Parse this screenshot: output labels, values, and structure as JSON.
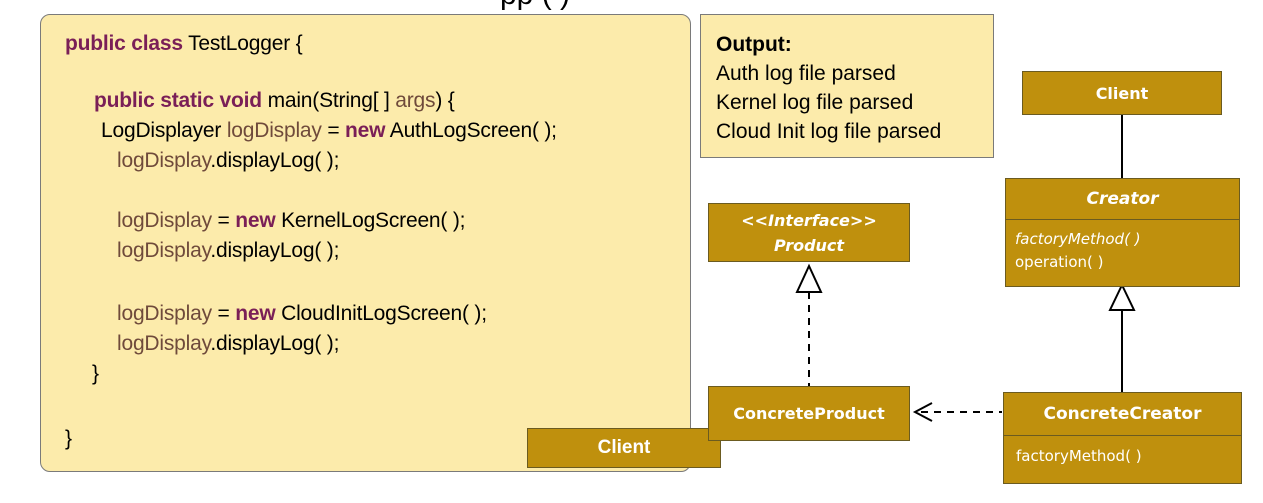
{
  "top_clip": "pp            (  )",
  "code": {
    "line1": {
      "kw": "public class",
      "rest": " TestLogger {"
    },
    "line2": {
      "kw": "public static void",
      "rest": " main(String[ ] ",
      "var": "args",
      "tail": ") {"
    },
    "line3": {
      "pre": "LogDisplayer ",
      "var": "logDisplay",
      "mid": " = ",
      "kw": "new",
      "rest": " AuthLogScreen( );"
    },
    "line4": {
      "var": "logDisplay",
      "rest": ".displayLog( );"
    },
    "line5": {
      "var": "logDisplay",
      "mid": " = ",
      "kw": "new",
      "rest": " KernelLogScreen( );"
    },
    "line6": {
      "var": "logDisplay",
      "rest": ".displayLog( );"
    },
    "line7": {
      "var": "logDisplay",
      "mid": " = ",
      "kw": "new",
      "rest": " CloudInitLogScreen( );"
    },
    "line8": {
      "var": "logDisplay",
      "rest": ".displayLog( );"
    },
    "line9": "}",
    "line10": "}",
    "client_tag": "Client"
  },
  "output": {
    "title": "Output:",
    "lines": [
      "Auth log file parsed",
      "Kernel log file parsed",
      "Cloud Init log file parsed"
    ]
  },
  "uml": {
    "client": "Client",
    "creator": {
      "name": "Creator",
      "method1": "factoryMethod( )",
      "method2": "operation( )"
    },
    "product": {
      "stereotype": "<<Interface>>",
      "name": "Product"
    },
    "concrete_product": "ConcreteProduct",
    "concrete_creator": {
      "name": "ConcreteCreator",
      "method": "factoryMethod( )"
    }
  },
  "colors": {
    "panel_fill": "#fcebab",
    "uml_fill": "#bf900d",
    "keyword": "#7a1f57",
    "variable": "#6f4a3b"
  }
}
